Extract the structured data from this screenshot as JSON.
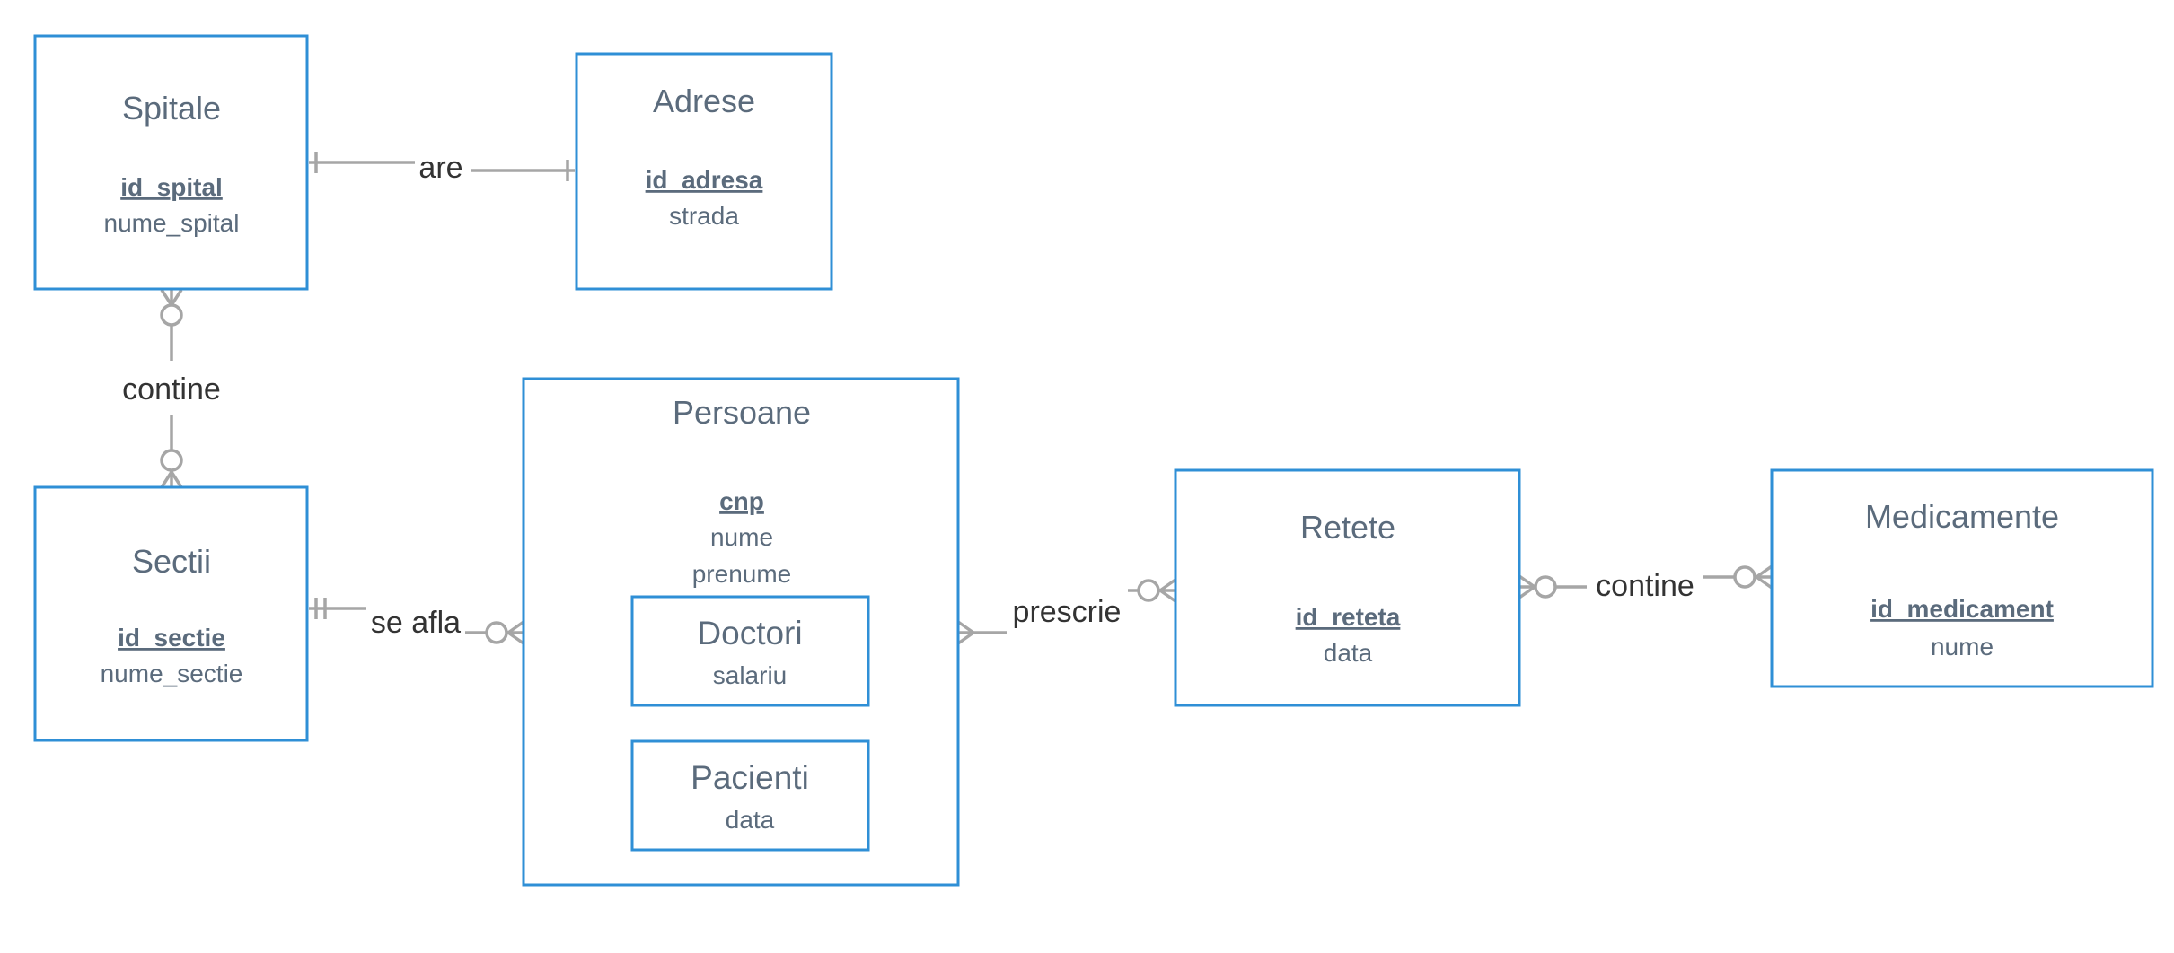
{
  "diagram": {
    "entities": {
      "spitale": {
        "title": "Spitale",
        "pk": "id_spital",
        "attrs": [
          "nume_spital"
        ]
      },
      "adrese": {
        "title": "Adrese",
        "pk": "id_adresa",
        "attrs": [
          "strada"
        ]
      },
      "sectii": {
        "title": "Sectii",
        "pk": "id_sectie",
        "attrs": [
          "nume_sectie"
        ]
      },
      "persoane": {
        "title": "Persoane",
        "pk": "cnp",
        "attrs": [
          "nume",
          "prenume"
        ]
      },
      "doctori": {
        "title": "Doctori",
        "attrs": [
          "salariu"
        ]
      },
      "pacienti": {
        "title": "Pacienti",
        "attrs": [
          "data"
        ]
      },
      "retete": {
        "title": "Retete",
        "pk": "id_reteta",
        "attrs": [
          "data"
        ]
      },
      "medicamente": {
        "title": "Medicamente",
        "pk": "id_medicament",
        "attrs": [
          "nume"
        ]
      }
    },
    "relationships": {
      "are": "are",
      "contine_spitale_sectii": "contine",
      "se_afla": "se afla",
      "prescrie": "prescrie",
      "contine_retete_medicamente": "contine"
    },
    "colors": {
      "entity_border": "#2f8fd6",
      "entity_text": "#5b6b7c",
      "connector": "#a6a6a6",
      "label_text": "#333333"
    }
  }
}
